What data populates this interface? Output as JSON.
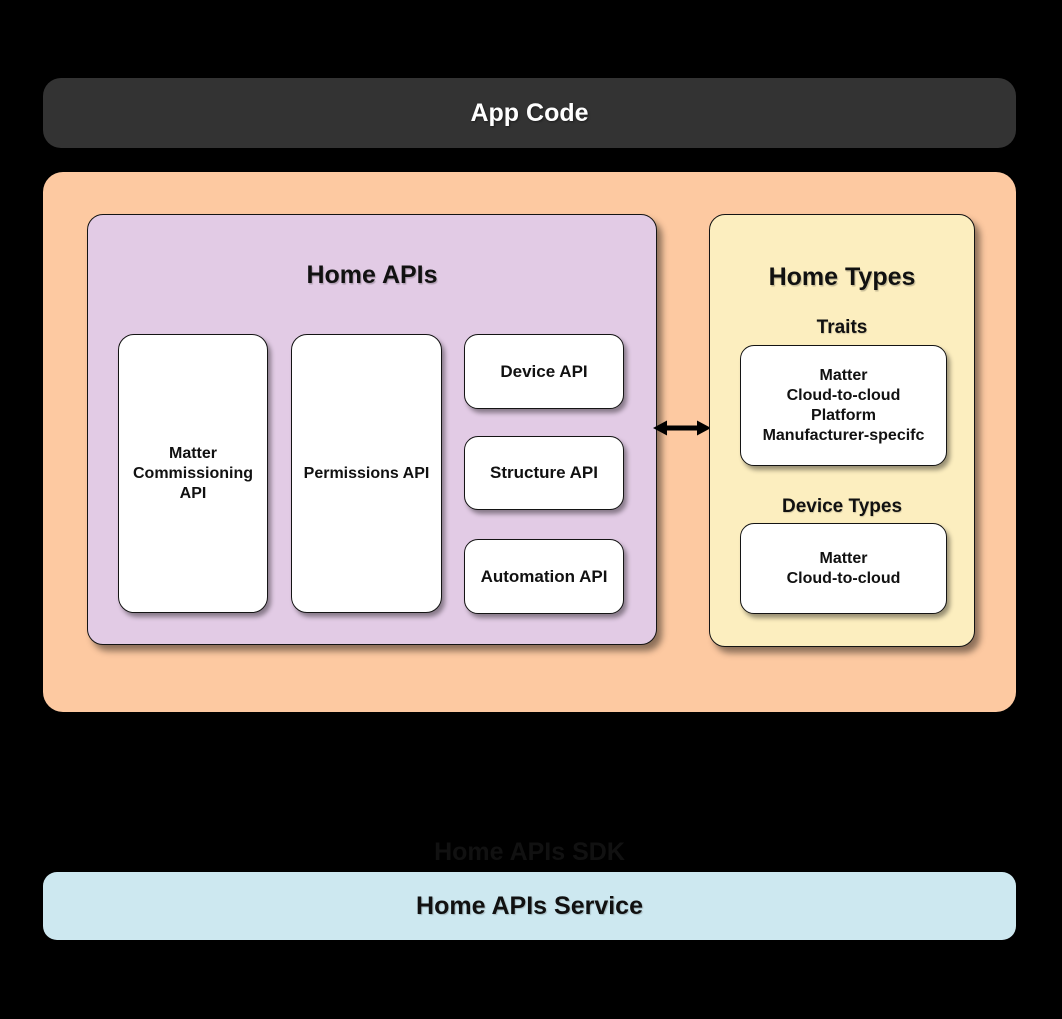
{
  "colors": {
    "background": "#000000",
    "app_code_bg": "#333333",
    "sdk_bg": "#FDC9A1",
    "home_apis_bg": "#E2CBE5",
    "home_types_bg": "#FCEEBF",
    "service_bg": "#CDE8F0",
    "card_bg": "#FFFFFF",
    "ink": "#111111",
    "text_on_dark": "#FFFFFF"
  },
  "app_code": {
    "label": "App Code"
  },
  "sdk": {
    "label": "Home APIs SDK",
    "home_apis": {
      "title": "Home APIs",
      "cards": {
        "matter_commissioning": "Matter\nCommissioning\nAPI",
        "permissions": "Permissions API",
        "device": "Device API",
        "structure": "Structure API",
        "automation": "Automation API"
      }
    },
    "arrow": {
      "icon": "bidirectional-arrow"
    },
    "home_types": {
      "title": "Home Types",
      "traits": {
        "label": "Traits",
        "items": "Matter\nCloud-to-cloud\nPlatform\nManufacturer-specifc"
      },
      "device_types": {
        "label": "Device Types",
        "items": "Matter\nCloud-to-cloud"
      }
    }
  },
  "service": {
    "label": "Home APIs Service"
  }
}
